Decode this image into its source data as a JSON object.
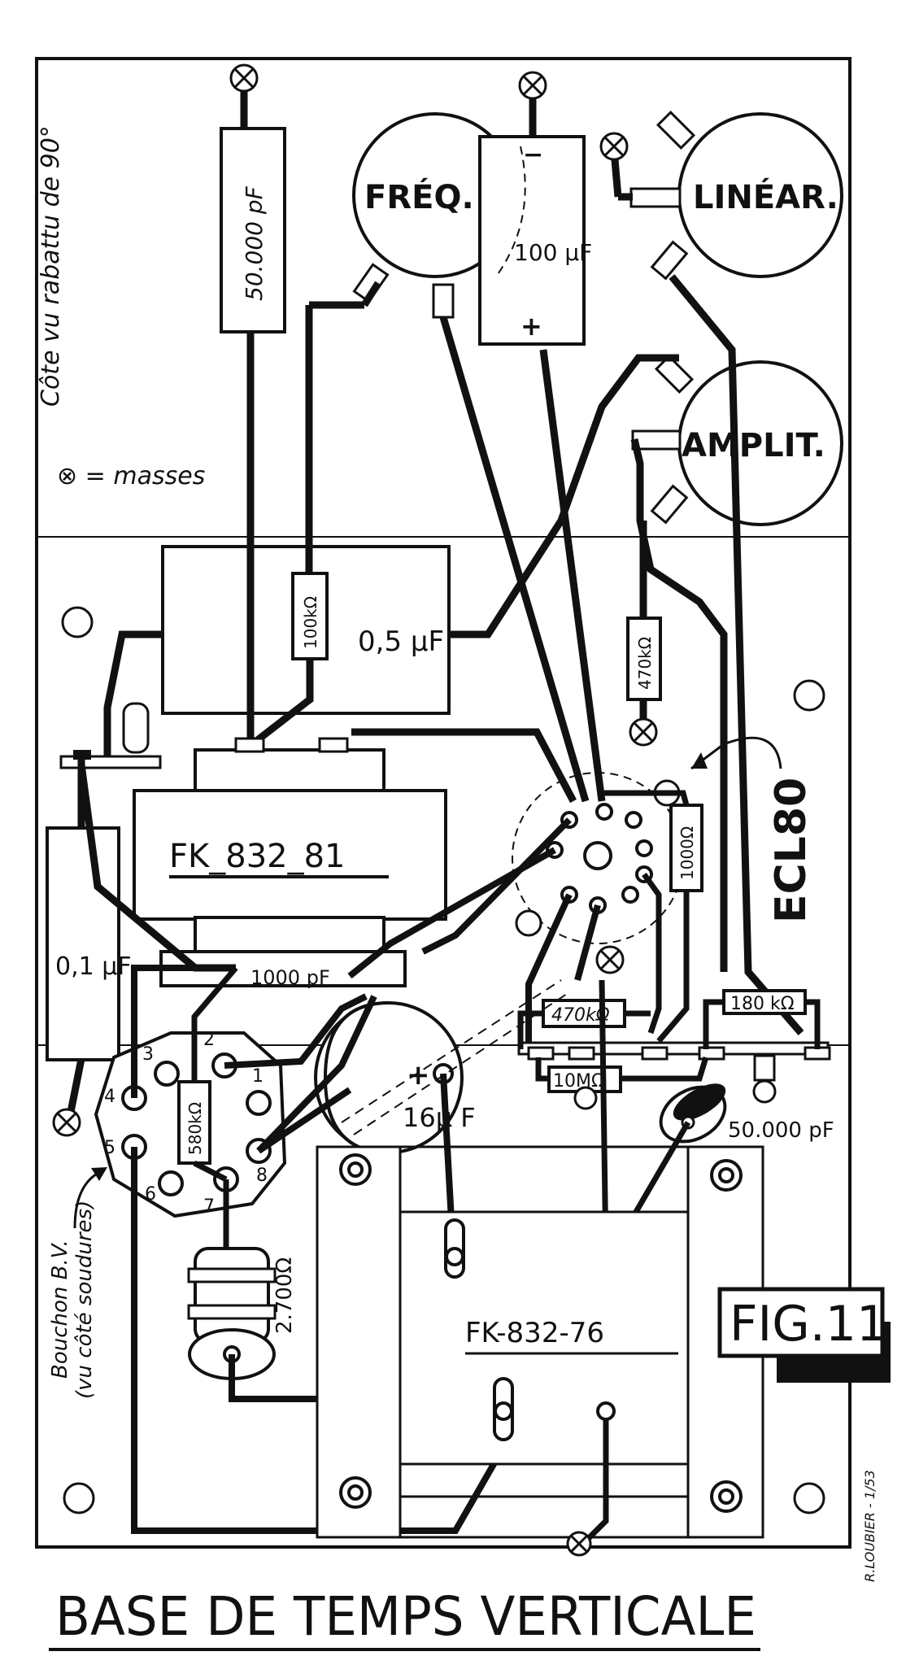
{
  "title": "BASE DE TEMPS VERTICALE",
  "figure_label": "FIG.11",
  "side_note": "Côte vu rabattu de 90°",
  "legend_masses": "⊗ = masses",
  "author_credit": "R.LOUBIER - 1/53",
  "tube_label": "ECL80",
  "potentiometers": {
    "freq": "FRÉQ.",
    "linear": "LINÉAR.",
    "amplit": "AMPLIT."
  },
  "transformers": {
    "upper": "FK_832_81",
    "lower": "FK-832-76"
  },
  "components": {
    "cap_50000pF_top": "50.000 pF",
    "cap_100uF": "100 μF",
    "cap_100uF_minus": "−",
    "cap_100uF_plus": "+",
    "cap_05uF": "0,5 μF",
    "res_100k": "100kΩ",
    "res_470k_vert": "470kΩ",
    "res_1000": "1000Ω",
    "cap_01uF": "0,1 μF",
    "cap_1000pF": "1000 pF",
    "cap_16uF": "16μ F",
    "cap_16uF_plus": "+",
    "res_470k_horiz": "470kΩ",
    "res_10M": "10MΩ",
    "res_180k": "180 kΩ",
    "cap_50000pF_bottom": "50.000 pF",
    "res_580k": "580kΩ",
    "res_2700": "2.700Ω"
  },
  "plug": {
    "caption_line1": "Bouchon B.V.",
    "caption_line2": "(vu côté soudures)",
    "pins": [
      "1",
      "2",
      "3",
      "4",
      "5",
      "6",
      "7",
      "8"
    ]
  }
}
